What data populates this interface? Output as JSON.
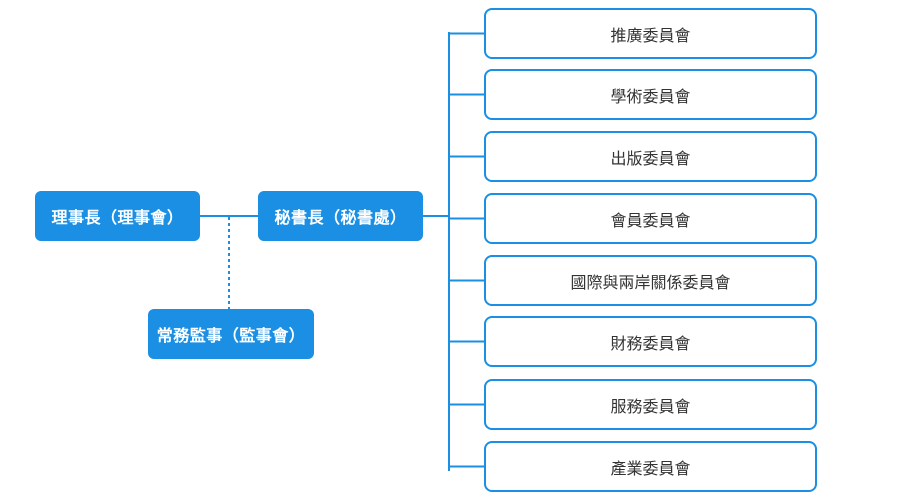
{
  "colors": {
    "accent": "#1a8fe3",
    "committee_text": "#333333",
    "background": "#ffffff"
  },
  "chairman": {
    "label": "理事長（理事會）"
  },
  "secretary_general": {
    "label": "秘書長（秘書處）"
  },
  "standing_supervisor": {
    "label": "常務監事（監事會）"
  },
  "committees": [
    {
      "label": "推廣委員會"
    },
    {
      "label": "學術委員會"
    },
    {
      "label": "出版委員會"
    },
    {
      "label": "會員委員會"
    },
    {
      "label": "國際與兩岸關係委員會"
    },
    {
      "label": "財務委員會"
    },
    {
      "label": "服務委員會"
    },
    {
      "label": "產業委員會"
    }
  ]
}
